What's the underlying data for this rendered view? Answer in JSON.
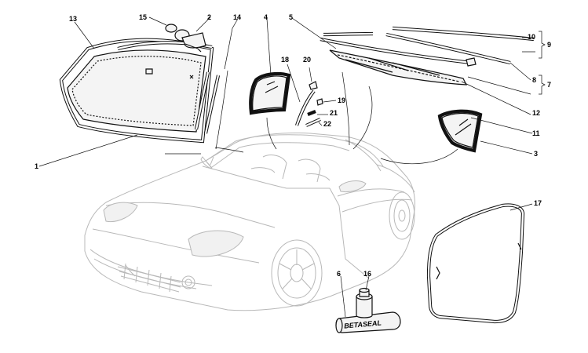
{
  "callouts": [
    {
      "id": "c1",
      "label": "1"
    },
    {
      "id": "c2",
      "label": "2"
    },
    {
      "id": "c3",
      "label": "3"
    },
    {
      "id": "c4",
      "label": "4"
    },
    {
      "id": "c5",
      "label": "5"
    },
    {
      "id": "c6",
      "label": "6"
    },
    {
      "id": "c7",
      "label": "7"
    },
    {
      "id": "c8",
      "label": "8"
    },
    {
      "id": "c9",
      "label": "9"
    },
    {
      "id": "c10",
      "label": "10"
    },
    {
      "id": "c11",
      "label": "11"
    },
    {
      "id": "c12",
      "label": "12"
    },
    {
      "id": "c13",
      "label": "13"
    },
    {
      "id": "c14",
      "label": "14"
    },
    {
      "id": "c15",
      "label": "15"
    },
    {
      "id": "c16",
      "label": "16"
    },
    {
      "id": "c17",
      "label": "17"
    },
    {
      "id": "c18",
      "label": "18"
    },
    {
      "id": "c19",
      "label": "19"
    },
    {
      "id": "c20",
      "label": "20"
    },
    {
      "id": "c21",
      "label": "21"
    },
    {
      "id": "c22",
      "label": "22"
    }
  ],
  "sealant_label": "BETASEAL",
  "colors": {
    "line": "#111111",
    "car_line": "#b8b8b8",
    "background": "#ffffff"
  }
}
